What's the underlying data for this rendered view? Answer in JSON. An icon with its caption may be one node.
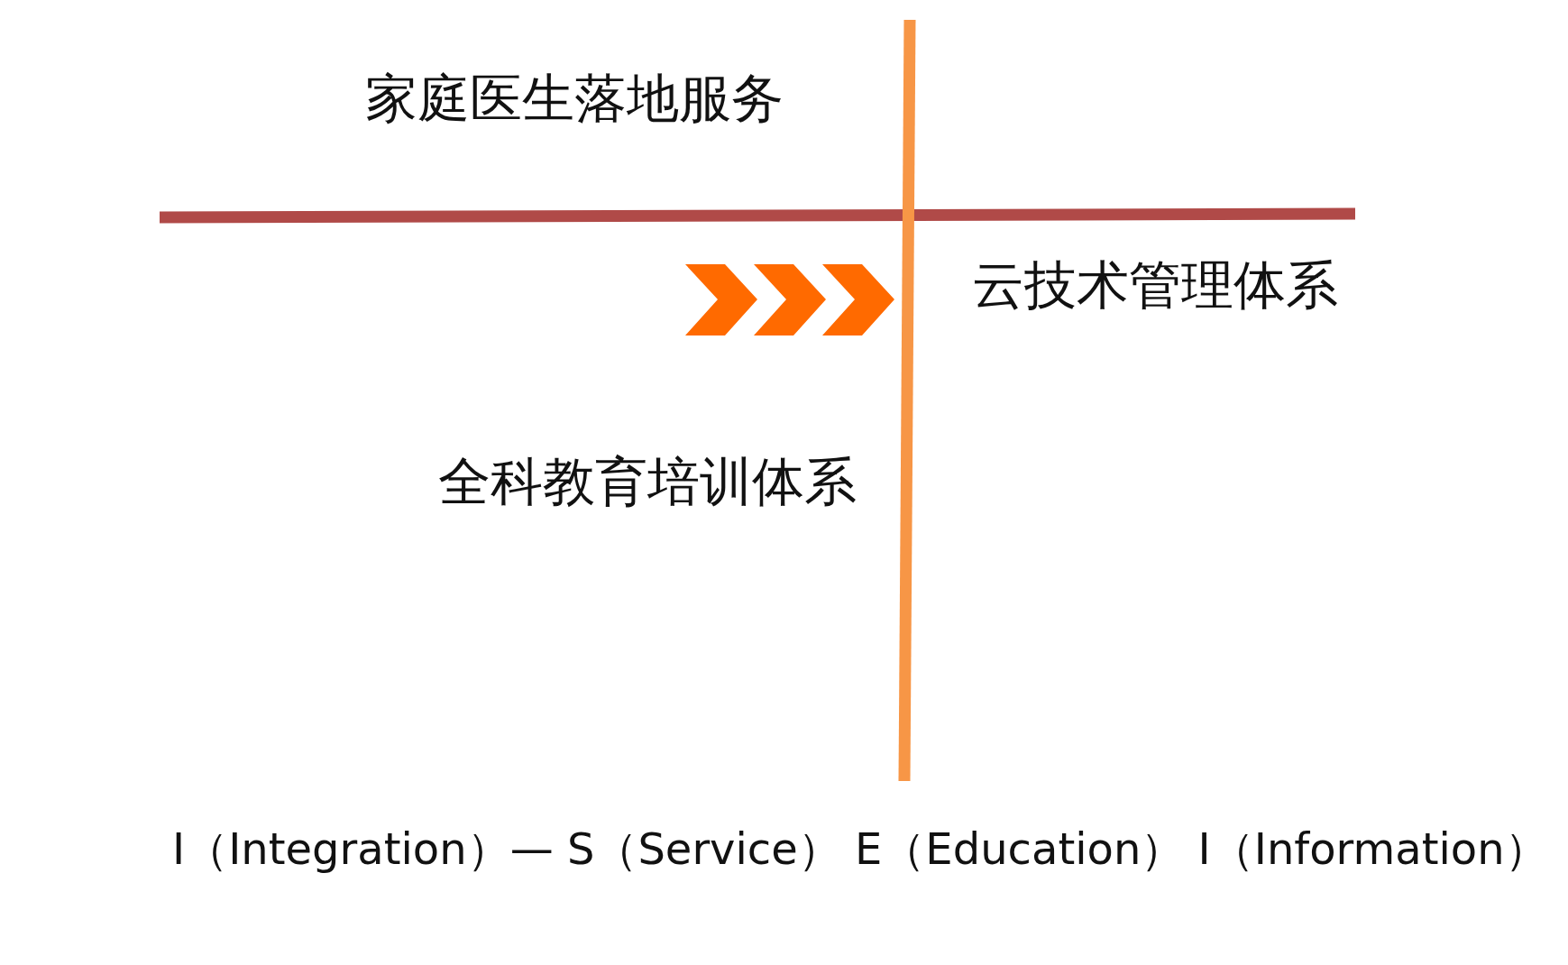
{
  "diagram": {
    "labels": [
      "家庭医生落地服务",
      "云技术管理体系",
      "全科教育培训体系",
      "I（Integration）— S（Service） E（Education） I（Information）"
    ]
  }
}
